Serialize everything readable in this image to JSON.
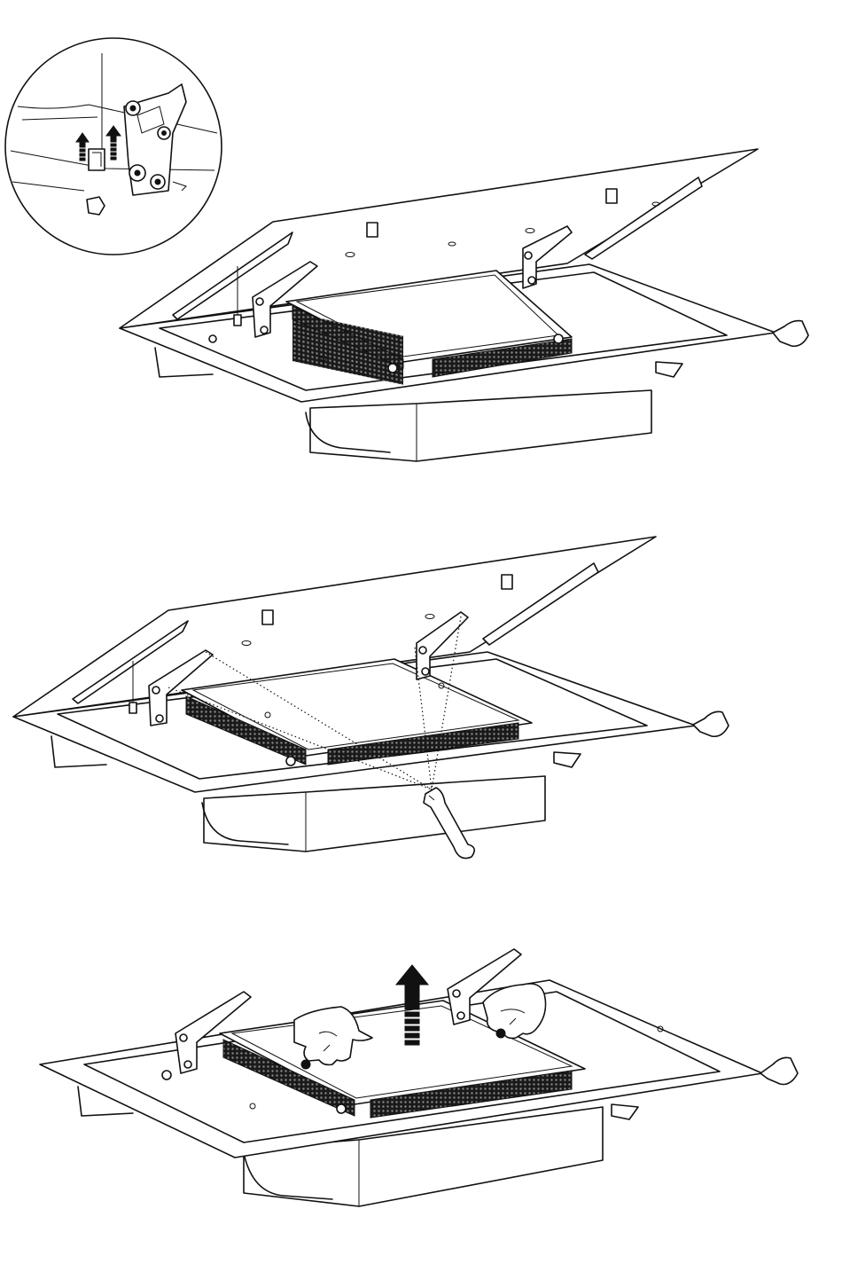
{
  "figure": {
    "steps": [
      {
        "id": 1,
        "illustration": "unclip-lid-strut-detail"
      },
      {
        "id": 2,
        "illustration": "loosen-hinge-nuts-with-wrench"
      },
      {
        "id": 3,
        "illustration": "lift-out-insert-upward"
      }
    ],
    "icons": {
      "arrow": "up-arrow-icon",
      "tool": "open-end-wrench-icon",
      "hands": "gloved-hand-icon"
    },
    "colors": {
      "line": "#111111",
      "background": "#ffffff",
      "mesh": "#1a1a1a"
    }
  }
}
